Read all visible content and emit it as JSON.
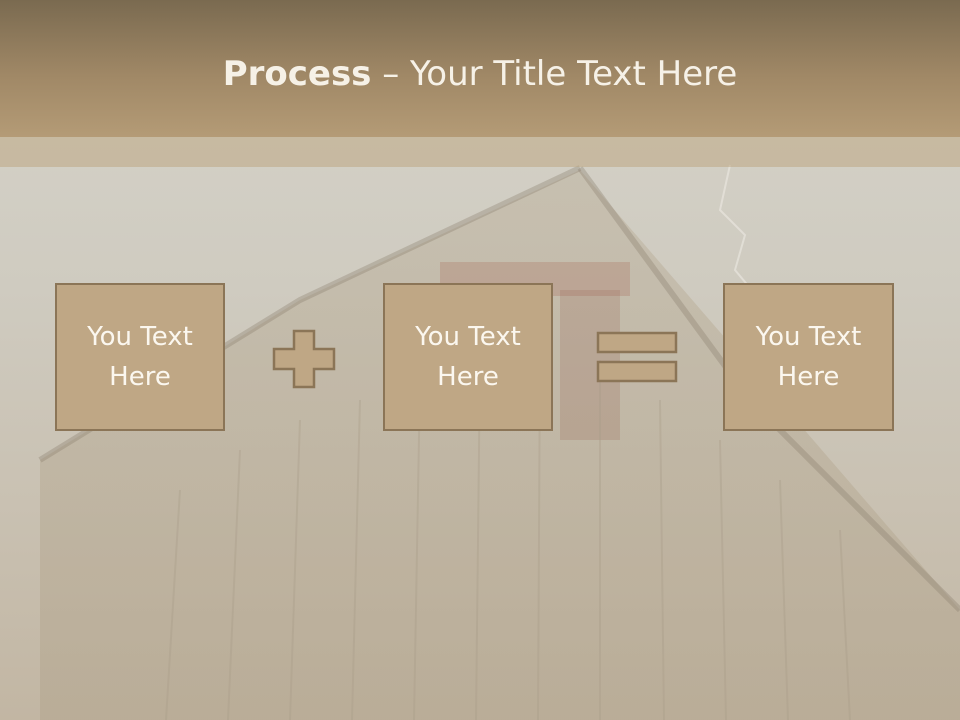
{
  "slide": {
    "title_bold": "Process",
    "title_rest": " – Your Title Text Here",
    "box1_line1": "You Text",
    "box1_line2": "Here",
    "box2_line1": "You Text",
    "box2_line2": "Here",
    "box3_line1": "You Text",
    "box3_line2": "Here"
  },
  "icons": {
    "operator_1": "plus-icon",
    "operator_2": "equals-icon"
  },
  "colors": {
    "header": "#a08866",
    "box_fill": "#bfa785",
    "box_border": "#8b7557",
    "title_text": "#f6f1e7"
  }
}
